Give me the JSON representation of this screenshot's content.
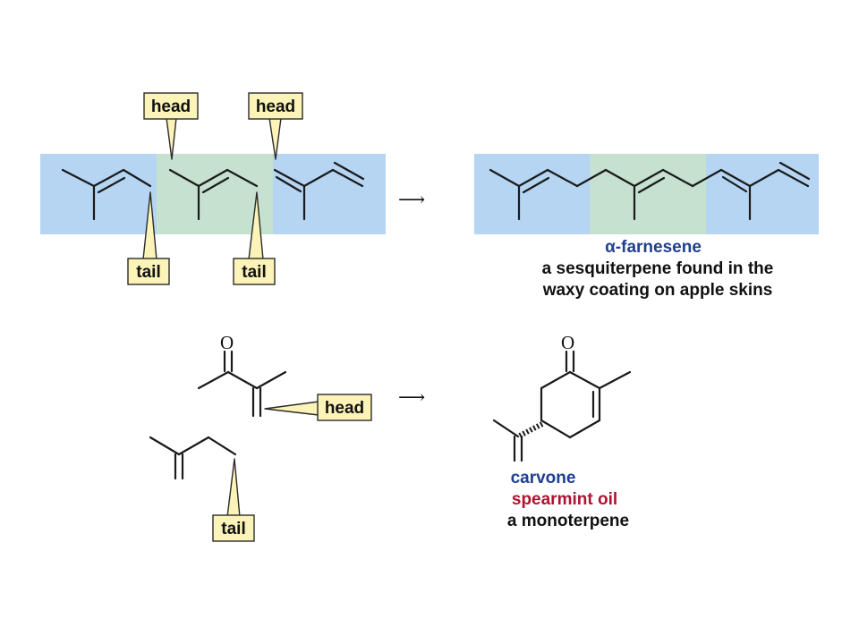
{
  "colors": {
    "blue_unit": "#b5d5f3",
    "green_unit": "#c6e1cf",
    "callout_fill": "#fbf3b8",
    "callout_stroke": "#2b2b2b",
    "name_blue": "#1f3f8f",
    "name_red": "#b0122f",
    "text_black": "#111111"
  },
  "callouts": {
    "head_1": "head",
    "head_2": "head",
    "head_3": "head",
    "tail_1": "tail",
    "tail_2": "tail",
    "tail_3": "tail"
  },
  "arrows": {
    "top": "⟶",
    "bottom": "⟶"
  },
  "atoms": {
    "oxygen_left": "O",
    "oxygen_right": "O"
  },
  "farnesene": {
    "name": "α-farnesene",
    "description_line1": "a sesquiterpene found in the",
    "description_line2": "waxy coating on apple skins"
  },
  "carvone": {
    "name": "carvone",
    "source": "spearmint oil",
    "class": "a monoterpene"
  }
}
